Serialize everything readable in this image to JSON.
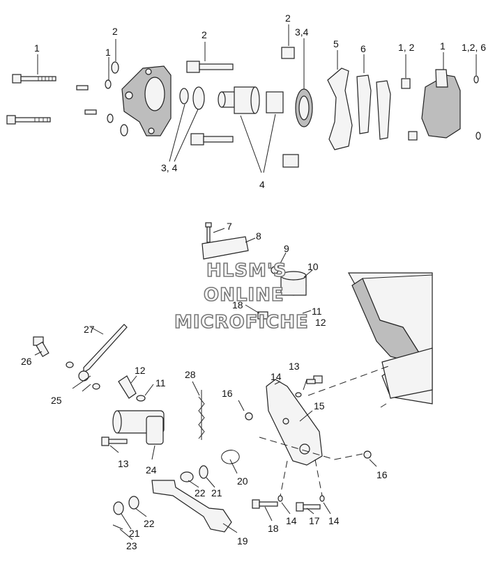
{
  "callouts": {
    "c1a": "1",
    "c2a": "2",
    "c1b": "1",
    "c2b": "2",
    "c2c": "2",
    "c34a": "3,4",
    "c5": "5",
    "c6": "6",
    "c12": "1, 2",
    "c1c": "1",
    "c126": "1,2, 6",
    "c34b": "3, 4",
    "c4": "4",
    "c7": "7",
    "c8": "8",
    "c9": "9",
    "c10": "10",
    "c18a": "18",
    "c11a": "11",
    "c12b": "12",
    "c27": "27",
    "c26": "26",
    "c25": "25",
    "c12c": "12",
    "c11b": "11",
    "c28": "28",
    "c13a": "13",
    "c14a": "14",
    "c16a": "16",
    "c15": "15",
    "c13b": "13",
    "c24": "24",
    "c20": "20",
    "c16b": "16",
    "c22a": "22",
    "c21a": "21",
    "c22b": "22",
    "c21b": "21",
    "c23": "23",
    "c19": "19",
    "c18b": "18",
    "c14b": "14",
    "c17": "17",
    "c14c": "14"
  },
  "watermark": {
    "line1": "HLSM'S",
    "line2": "ONLINE",
    "line3": "MICROFICHE"
  }
}
